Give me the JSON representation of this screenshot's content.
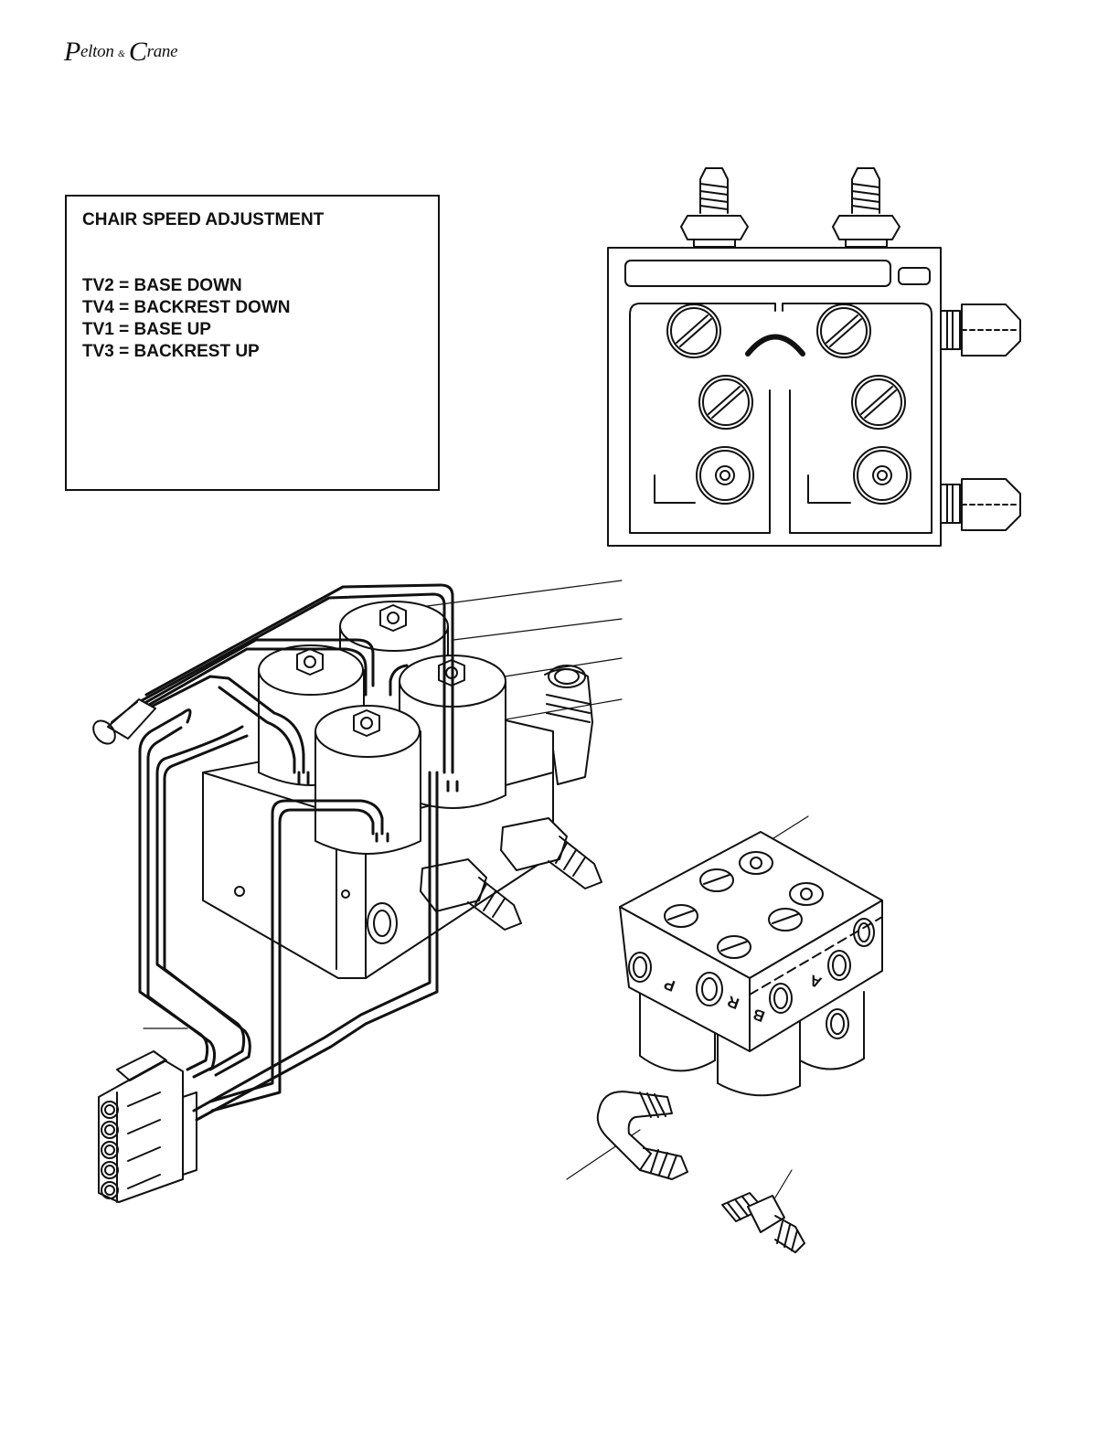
{
  "logo": {
    "first_initial": "P",
    "first_rest": "elton",
    "amp": "&",
    "second_initial": "C",
    "second_rest": "rane"
  },
  "speed_adjustment": {
    "title": "CHAIR SPEED ADJUSTMENT",
    "items": [
      "TV2 = BASE DOWN",
      "TV4 = BACKREST DOWN",
      "TV1 = BASE UP",
      "TV3 = BACKREST UP"
    ]
  },
  "manifold_labels": {
    "p": "P",
    "r": "R",
    "b": "B",
    "a": "A"
  },
  "colors": {
    "ink": "#111111",
    "paper": "#ffffff"
  }
}
